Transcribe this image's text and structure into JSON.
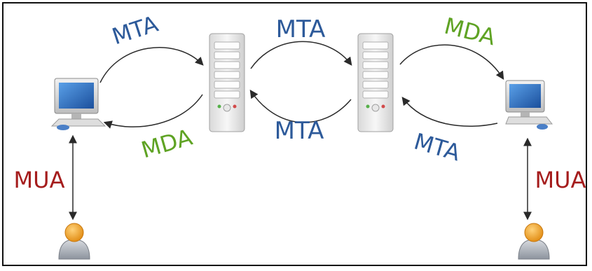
{
  "labels": {
    "mta_left_top": "MTA",
    "mda_left_bottom": "MDA",
    "mta_center_top": "MTA",
    "mta_center_bottom": "MTA",
    "mda_right_top": "MDA",
    "mta_right_bottom": "MTA",
    "mua_left": "MUA",
    "mua_right": "MUA"
  },
  "colors": {
    "mta": "#2d5a9a",
    "mda": "#5fa324",
    "mua": "#a51d1d",
    "arrow": "#2a2a2a"
  },
  "icons": [
    "computer-icon",
    "server-icon",
    "server-icon",
    "computer-icon",
    "user-icon",
    "user-icon"
  ]
}
